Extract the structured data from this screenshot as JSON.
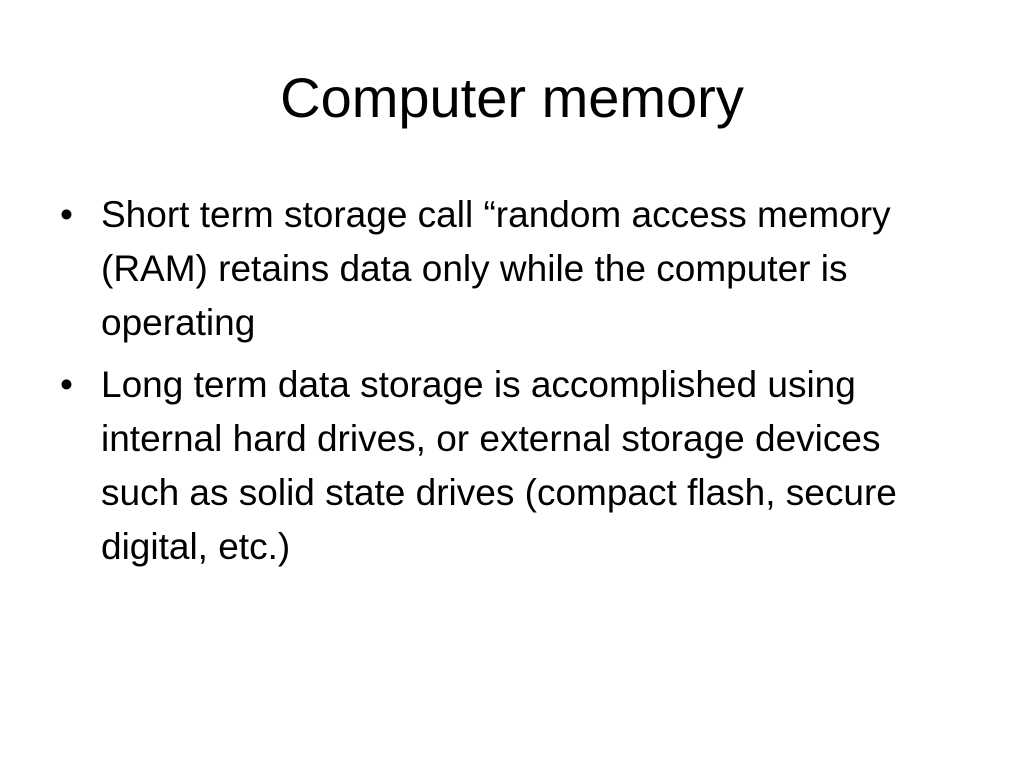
{
  "slide": {
    "title": "Computer memory",
    "bullet_symbol": "•",
    "bullets": [
      {
        "text": "Short term storage call “random access memory (RAM) retains data only while the computer is operating"
      },
      {
        "text": "Long term data storage is accomplished using internal hard drives, or external storage devices such as solid state drives (compact flash, secure digital, etc.)"
      }
    ]
  },
  "colors": {
    "background": "#ffffff",
    "text": "#000000"
  }
}
